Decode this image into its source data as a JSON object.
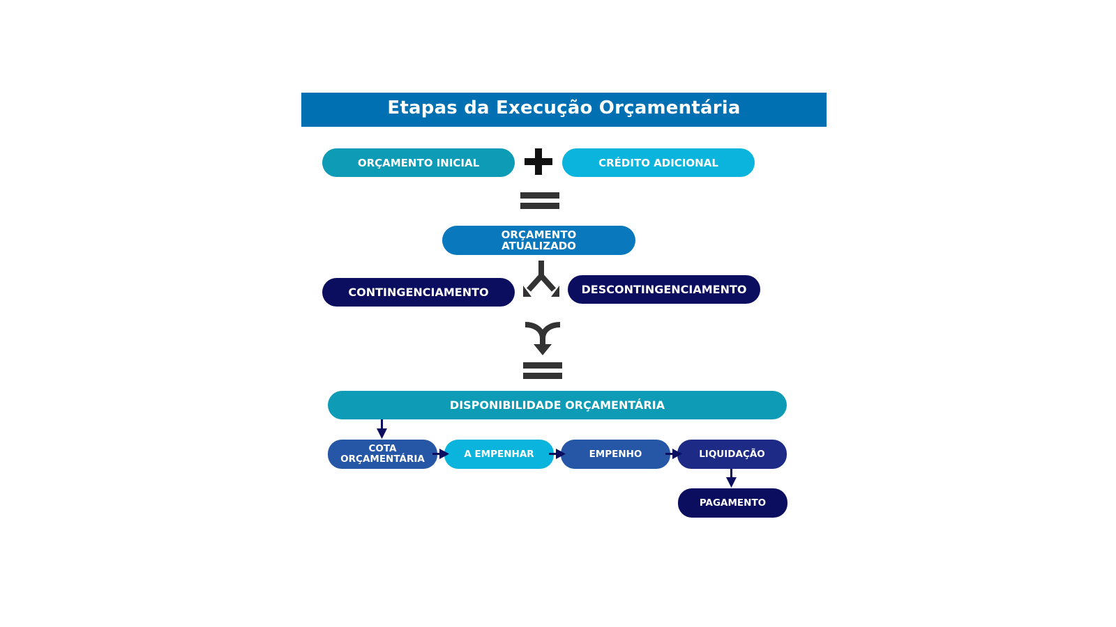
{
  "title": "Etapas da Execução Orçamentária",
  "nodes": {
    "orcamento_inicial": "ORÇAMENTO INICIAL",
    "credito_adicional": "CRÉDITO ADICIONAL",
    "orcamento_atualizado": "ORÇAMENTO ATUALIZADO",
    "contingenciamento": "CONTINGENCIAMENTO",
    "descontingenciamento": "DESCONTINGENCIAMENTO",
    "disponibilidade": "DISPONIBILIDADE ORÇAMENTÁRIA",
    "cota": "COTA ORÇAMENTÁRIA",
    "a_empenhar": "A EMPENHAR",
    "empenho": "EMPENHO",
    "liquidacao": "LIQUIDAÇÃO",
    "pagamento": "PAGAMENTO"
  },
  "symbols": {
    "plus": "plus-icon",
    "equals": "equals-icon",
    "split": "split-arrow-icon",
    "merge": "merge-arrow-icon"
  },
  "colors": {
    "title_bg": "#0070b3",
    "teal": "#0e9bb5",
    "cyan": "#0bb4dc",
    "mid_blue": "#0a78bd",
    "navy": "#0b0e5e",
    "royal": "#2656a6",
    "indigo": "#1d2b86",
    "symbol": "#333333",
    "white": "#ffffff"
  }
}
